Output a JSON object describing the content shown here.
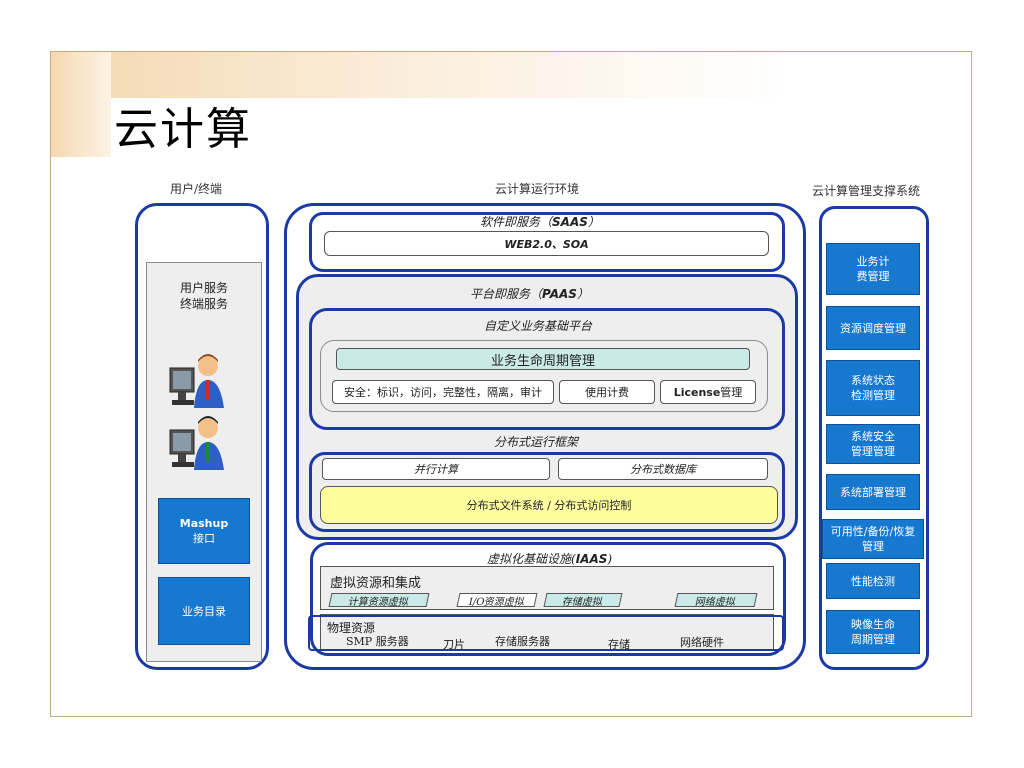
{
  "slide": {
    "title": "云计算"
  },
  "columns": {
    "left_label": "用户/终端",
    "middle_label": "云计算运行环境",
    "right_label": "云计算管理支撑系统"
  },
  "left_panel": {
    "service_line1": "用户服务",
    "service_line2": "终端服务",
    "mashup_title": "Mashup",
    "mashup_sub": "接口",
    "catalog": "业务目录"
  },
  "saas": {
    "title_cn": "软件即服务（",
    "title_en": "SAAS",
    "title_end": "）",
    "content": "WEB2.0、SOA"
  },
  "paas": {
    "title_cn": "平台即服务（",
    "title_en": "PAAS",
    "title_end": "）",
    "custom_platform": "自定义业务基础平台",
    "lifecycle": "业务生命周期管理",
    "security": "安全：标识，访问，完整性，隔离，审计",
    "billing": "使用计费",
    "license_en": "License",
    "license_cn": " 管理",
    "dist_framework": "分布式运行框架",
    "parallel": "并行计算",
    "dist_db": "分布式数据库",
    "dist_fs": "分布式文件系统 / 分布式访问控制"
  },
  "iaas": {
    "title_cn": "虚拟化基础设施(",
    "title_en": "IAAS",
    "title_end": ")",
    "virtual_title": "虚拟资源和集成",
    "v_compute": "计算资源虚拟",
    "v_io": "I/O资源虚拟",
    "v_storage": "存储虚拟",
    "v_network": "网络虚拟",
    "physical_title": "物理资源",
    "p_smp": "SMP 服务器",
    "p_blade": "刀片",
    "p_storage_server": "存储服务器",
    "p_storage": "存储",
    "p_network": "网络硬件"
  },
  "right_panel": {
    "items": [
      "业务计\n费管理",
      "资源调度管理",
      "系统状态\n检测管理",
      "系统安全\n管理管理",
      "系统部署管理",
      "可用性/备份/恢复\n管理",
      "性能检测",
      "映像生命\n周期管理"
    ]
  },
  "colors": {
    "frame_border": "#1b3aa6",
    "side_button": "#1778d0",
    "teal": "#c9eae6",
    "yellow": "#fdfd9e"
  }
}
